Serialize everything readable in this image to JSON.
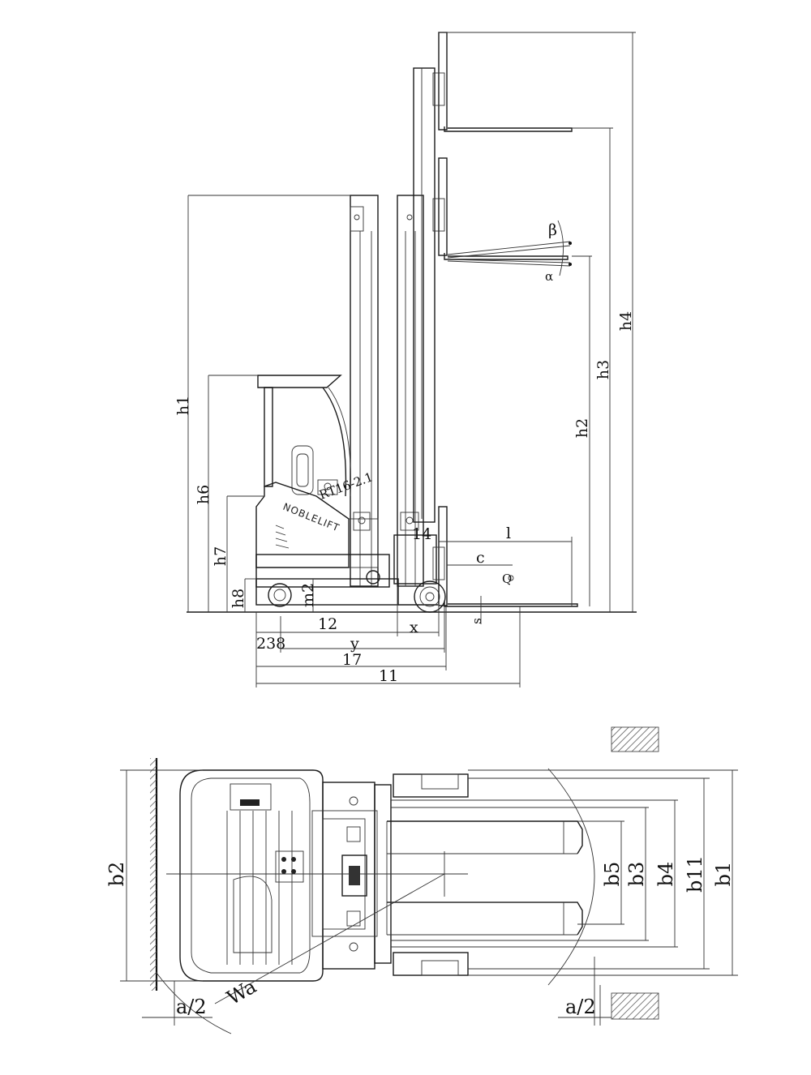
{
  "side_view": {
    "brand_text": "NOBLELIFT",
    "model_text": "RT16-2.1",
    "labels": {
      "h1": "h1",
      "h2": "h2",
      "h3": "h3",
      "h4": "h4",
      "h6": "h6",
      "h7": "h7",
      "h8": "h8",
      "m2": "m2",
      "l1": "l",
      "c": "c",
      "Q": "Q",
      "s": "s",
      "beta": "β",
      "alpha": "α",
      "d14": "14",
      "d12": "12",
      "x": "x",
      "d238": "238",
      "y": "y",
      "d17": "17",
      "d11": "11"
    }
  },
  "top_view": {
    "labels": {
      "b1": "b1",
      "b2": "b2",
      "b3": "b3",
      "b4": "b4",
      "b5": "b5",
      "b11": "b11",
      "Wa": "Wa",
      "a2_left": "a/2",
      "a2_right": "a/2"
    }
  }
}
